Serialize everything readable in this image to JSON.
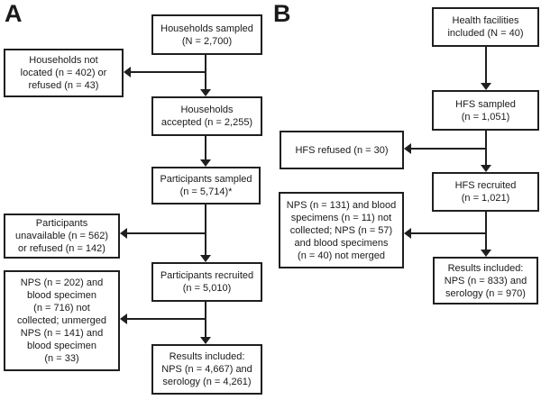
{
  "panels": [
    {
      "label": "A",
      "boxes": [
        {
          "id": "households-sampled",
          "text": "Households sampled\n(N = 2,700)"
        },
        {
          "id": "households-not-located",
          "text": "Households not\nlocated (n = 402) or\nrefused (n = 43)"
        },
        {
          "id": "households-accepted",
          "text": "Households\naccepted (n = 2,255)"
        },
        {
          "id": "participants-sampled",
          "text": "Participants sampled\n(n = 5,714)*"
        },
        {
          "id": "participants-unavailable",
          "text": "Participants\nunavailable (n = 562)\nor refused (n = 142)"
        },
        {
          "id": "participants-recruited",
          "text": "Participants recruited\n(n = 5,010)"
        },
        {
          "id": "specimens-not-collected",
          "text": "NPS (n = 202) and\nblood specimen\n(n = 716) not\ncollected; unmerged\nNPS (n = 141) and\nblood specimen\n(n = 33)"
        },
        {
          "id": "results-included",
          "text": "Results included:\nNPS (n = 4,667) and\nserology (n = 4,261)"
        }
      ]
    },
    {
      "label": "B",
      "boxes": [
        {
          "id": "health-facilities-included",
          "text": "Health facilities\nincluded (N = 40)"
        },
        {
          "id": "hfs-sampled",
          "text": "HFS sampled\n(n = 1,051)"
        },
        {
          "id": "hfs-refused",
          "text": "HFS refused (n = 30)"
        },
        {
          "id": "hfs-recruited",
          "text": "HFS recruited\n(n = 1,021)"
        },
        {
          "id": "specimens-not-collected",
          "text": "NPS (n = 131) and blood\nspecimens (n = 11) not\ncollected; NPS (n = 57)\nand blood specimens\n(n = 40) not merged"
        },
        {
          "id": "results-included",
          "text": "Results included:\nNPS (n = 833) and\nserology (n = 970)"
        }
      ]
    }
  ],
  "colors": {
    "line": "#1f1f1f",
    "box_border": "#1f1f1f",
    "box_fill": "#ffffff",
    "text": "#1a1a1a",
    "background": "#ffffff"
  }
}
